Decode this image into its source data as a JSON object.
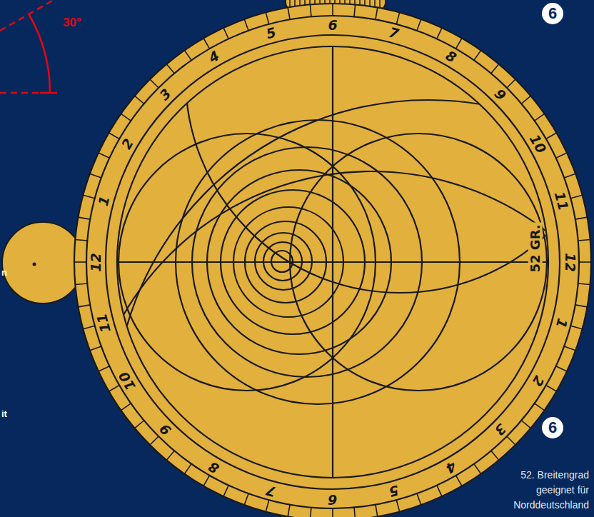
{
  "diagram": {
    "labels": [
      "30°",
      "n",
      "it",
      "6",
      "7",
      "8",
      "9",
      "10",
      "11",
      "12",
      "1",
      "2",
      "3",
      "4",
      "5",
      "6",
      "7",
      "8",
      "9",
      "10",
      "11",
      "12",
      "1",
      "2",
      "3",
      "4",
      "5",
      "52 GR.",
      "6",
      "6",
      "52. Breitengrad geeignet für Norddeutschland"
    ]
  }
}
